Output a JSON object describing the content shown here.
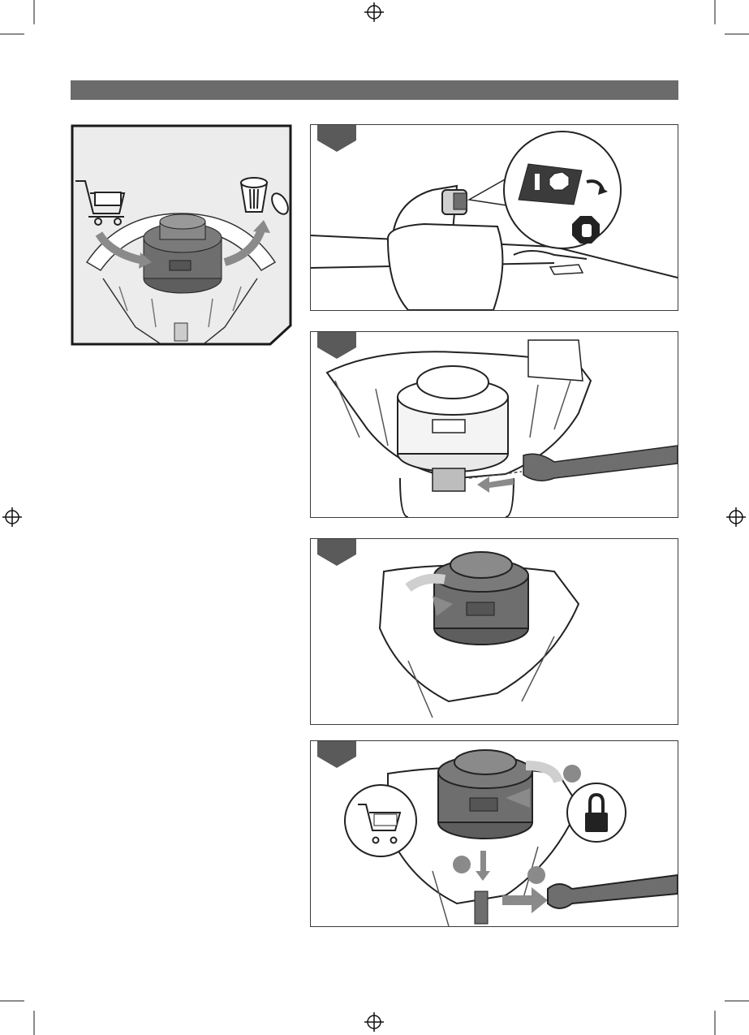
{
  "page": {
    "background": "#ffffff",
    "header_bar_color": "#6b6b6b",
    "panel_border": "#3a3a3a",
    "dark_gray": "#6e6e6e",
    "light_gray": "#d9d9d9"
  },
  "header": {
    "title": ""
  },
  "overview_figure": {
    "icons": [
      "cart-icon",
      "trash-can-icon",
      "spool-head"
    ]
  },
  "steps": [
    {
      "id": "step-1",
      "icons": [
        "trigger-switch-icon",
        "stop-sign-icon",
        "stop-hand-icon"
      ]
    },
    {
      "id": "step-2",
      "icons": [
        "spool-head",
        "wrench-icon",
        "arrow-icon"
      ]
    },
    {
      "id": "step-3",
      "icons": [
        "unlock-icon",
        "trash-can-icon",
        "wrench-icon"
      ]
    },
    {
      "id": "step-4",
      "icons": [
        "cart-icon",
        "lock-icon",
        "wrench-icon"
      ]
    }
  ]
}
